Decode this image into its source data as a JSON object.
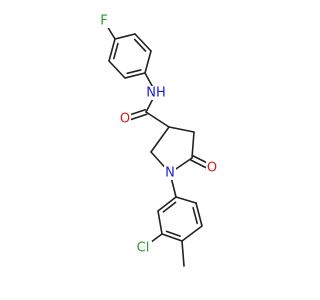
{
  "molecule": {
    "atoms": {
      "F": {
        "text": "F",
        "color": "#2a9d2a"
      },
      "NH": {
        "text": "NH",
        "color": "#1c1cd6"
      },
      "O1": {
        "text": "O",
        "color": "#d61c1c"
      },
      "N": {
        "text": "N",
        "color": "#1c1cd6"
      },
      "O2": {
        "text": "O",
        "color": "#d61c1c"
      },
      "Cl": {
        "text": "Cl",
        "color": "#2a9d2a"
      }
    }
  }
}
